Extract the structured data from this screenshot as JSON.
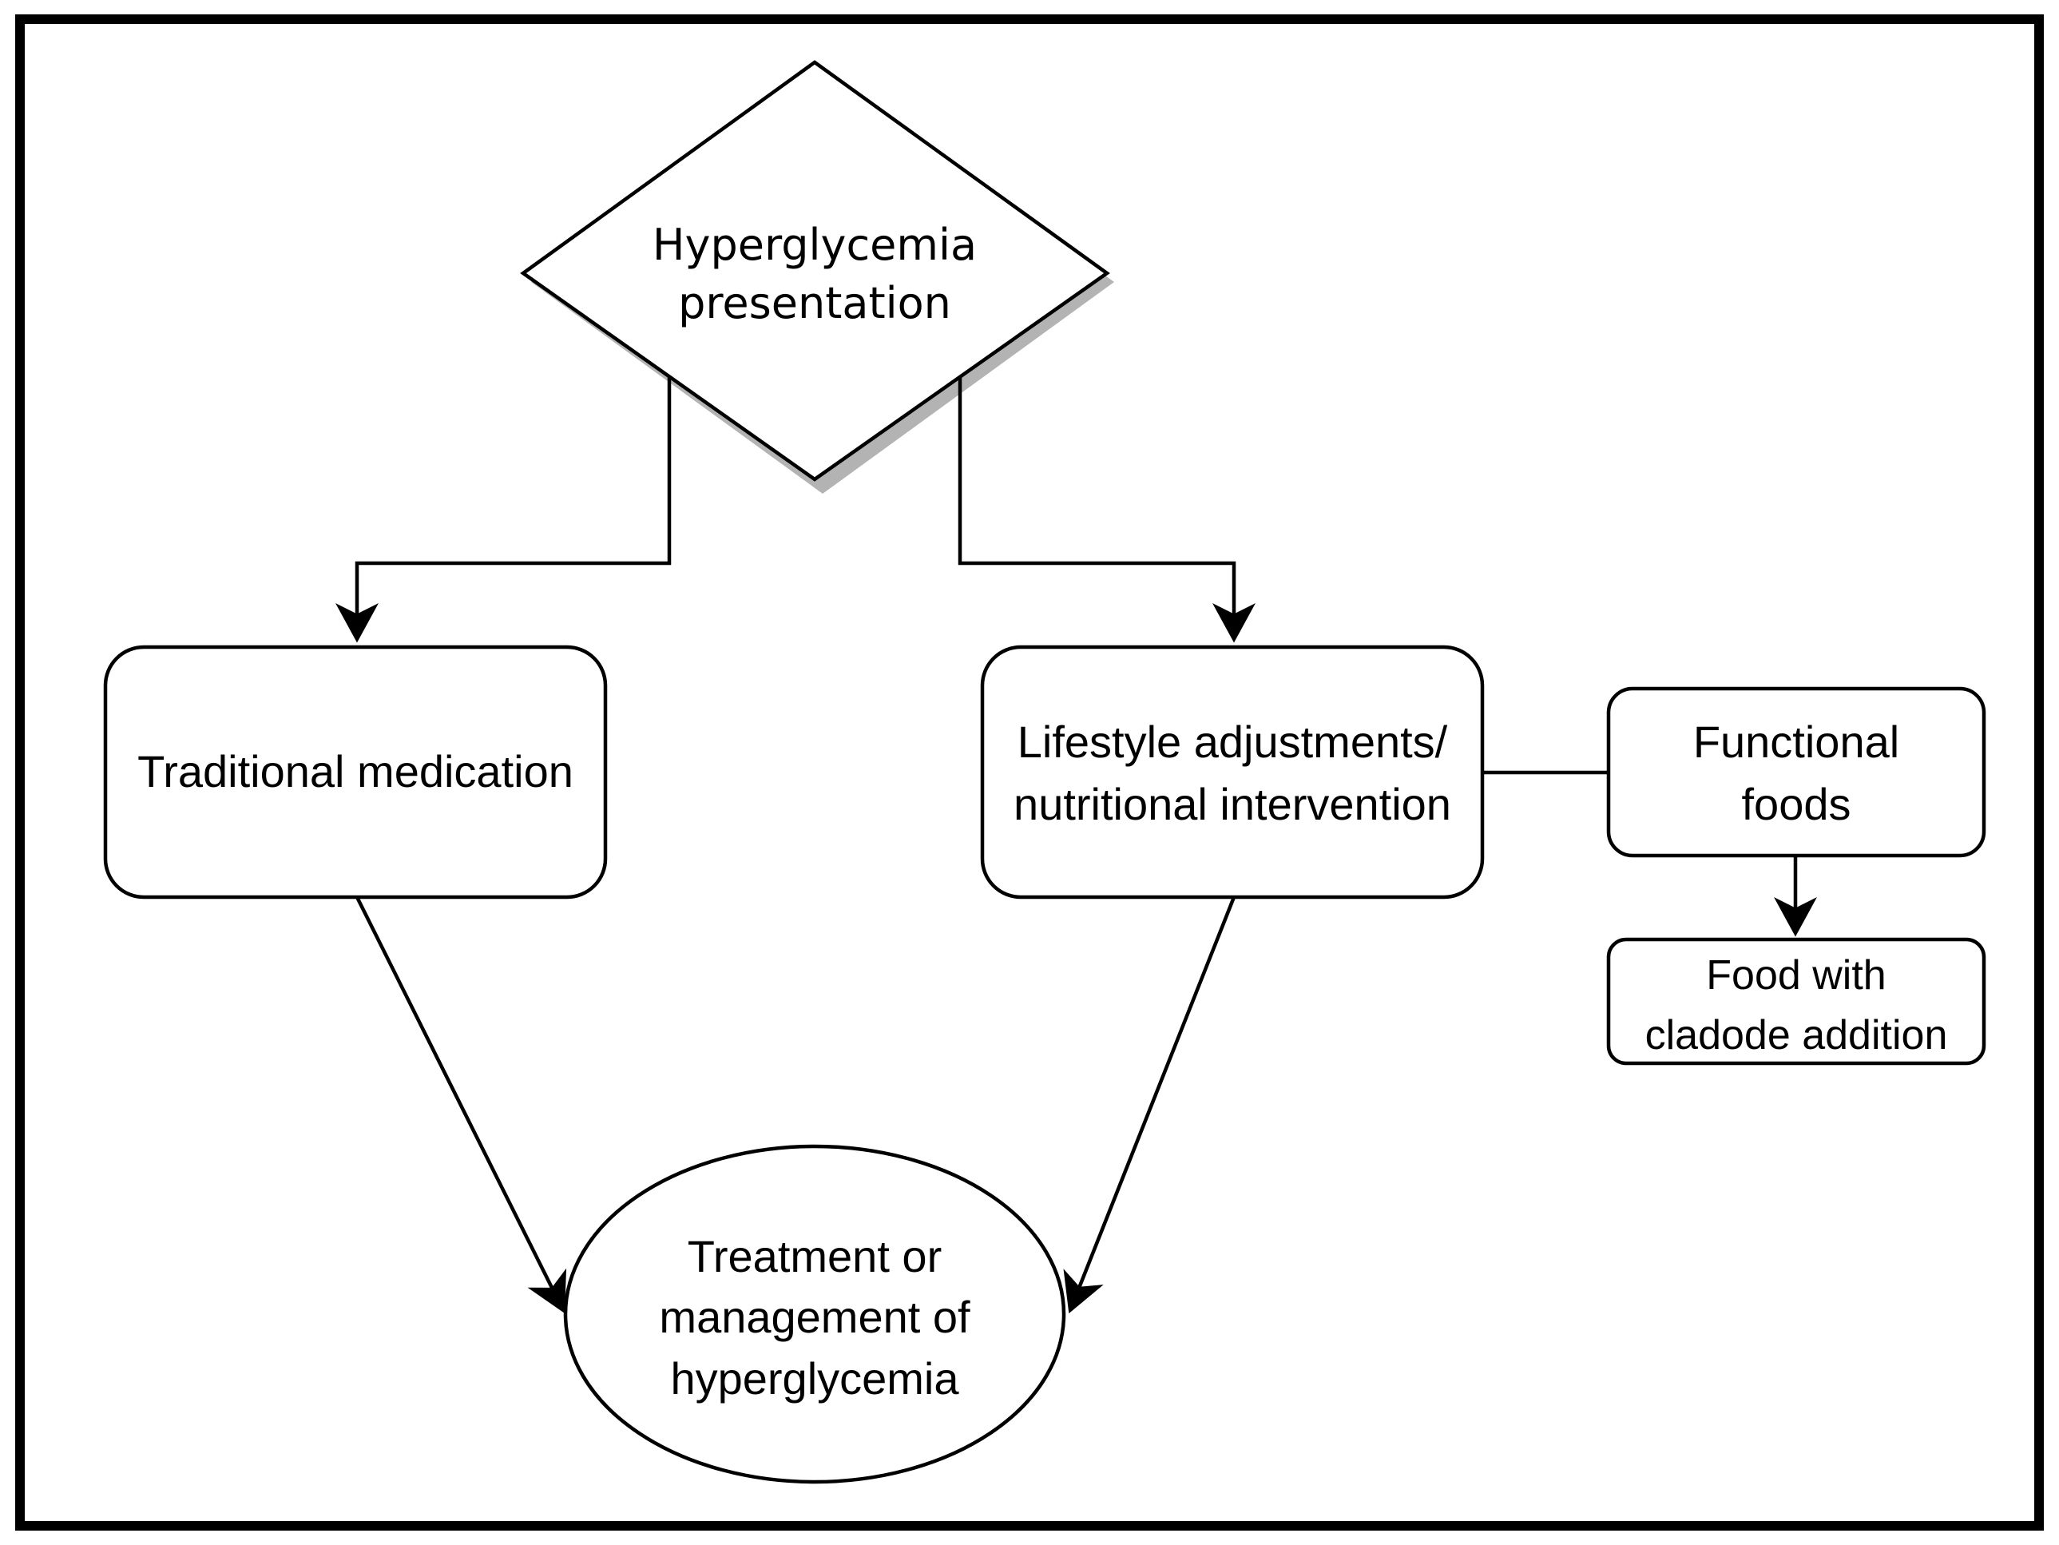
{
  "nodes": {
    "hyperglycemia_presentation": [
      "Hyperglycemia",
      "presentation"
    ],
    "traditional_medication": [
      "Traditional medication"
    ],
    "lifestyle_adjustments": [
      "Lifestyle adjustments/",
      "nutritional intervention"
    ],
    "functional_foods": [
      "Functional",
      "foods"
    ],
    "food_with_cladode": [
      "Food with",
      "cladode addition"
    ],
    "treatment": [
      "Treatment or",
      "management of",
      "hyperglycemia"
    ]
  },
  "colors": {
    "stroke": "#000000",
    "fill": "#ffffff",
    "shadow": "#b3b3b3",
    "frame": "#000000"
  }
}
